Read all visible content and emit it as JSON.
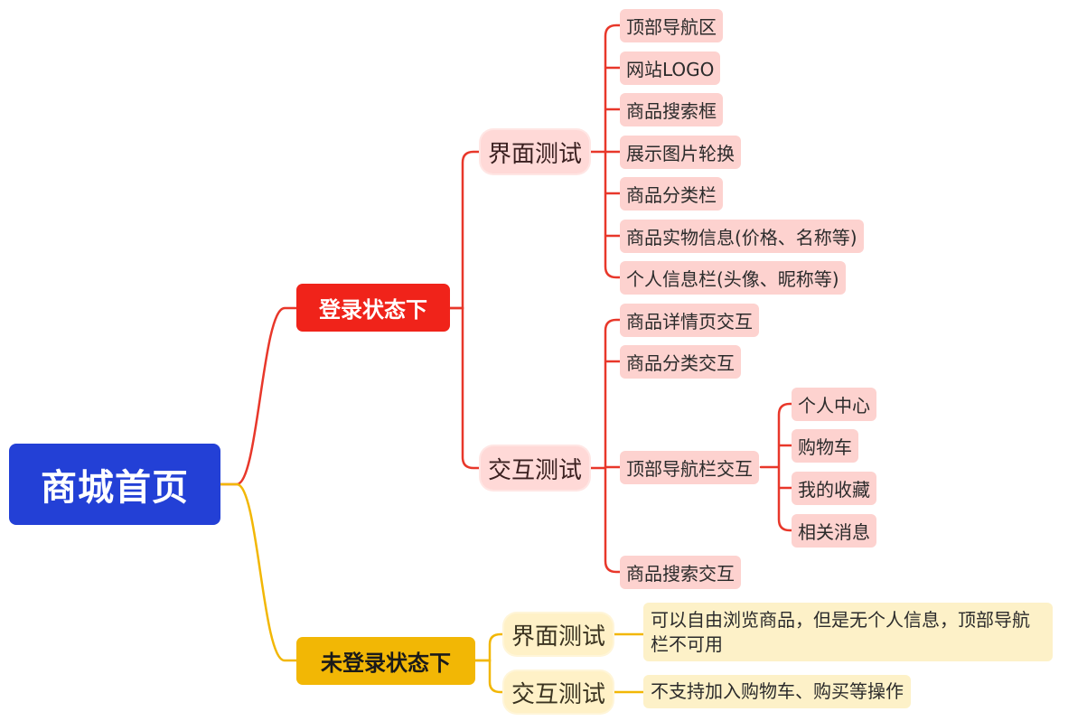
{
  "root": "商城首页",
  "logged_in": {
    "label": "登录状态下",
    "ui_test": {
      "label": "界面测试",
      "items": [
        "顶部导航区",
        "网站LOGO",
        "商品搜索框",
        "展示图片轮换",
        "商品分类栏",
        "商品实物信息(价格、名称等)",
        "个人信息栏(头像、昵称等)"
      ]
    },
    "interaction_test": {
      "label": "交互测试",
      "items": [
        "商品详情页交互",
        "商品分类交互",
        "顶部导航栏交互",
        "商品搜索交互"
      ],
      "nav_children": [
        "个人中心",
        "购物车",
        "我的收藏",
        "相关消息"
      ]
    }
  },
  "logged_out": {
    "label": "未登录状态下",
    "ui_test": {
      "label": "界面测试",
      "note": "可以自由浏览商品，但是无个人信息，顶部导航栏不可用"
    },
    "interaction_test": {
      "label": "交互测试",
      "note": "不支持加入购物车、购买等操作"
    }
  },
  "colors": {
    "root": "#2340d6",
    "logged_in": "#f0231a",
    "logged_out": "#f2b705",
    "leaf_red": "#fdd2cf",
    "leaf_yellow": "#fdf1c8"
  }
}
